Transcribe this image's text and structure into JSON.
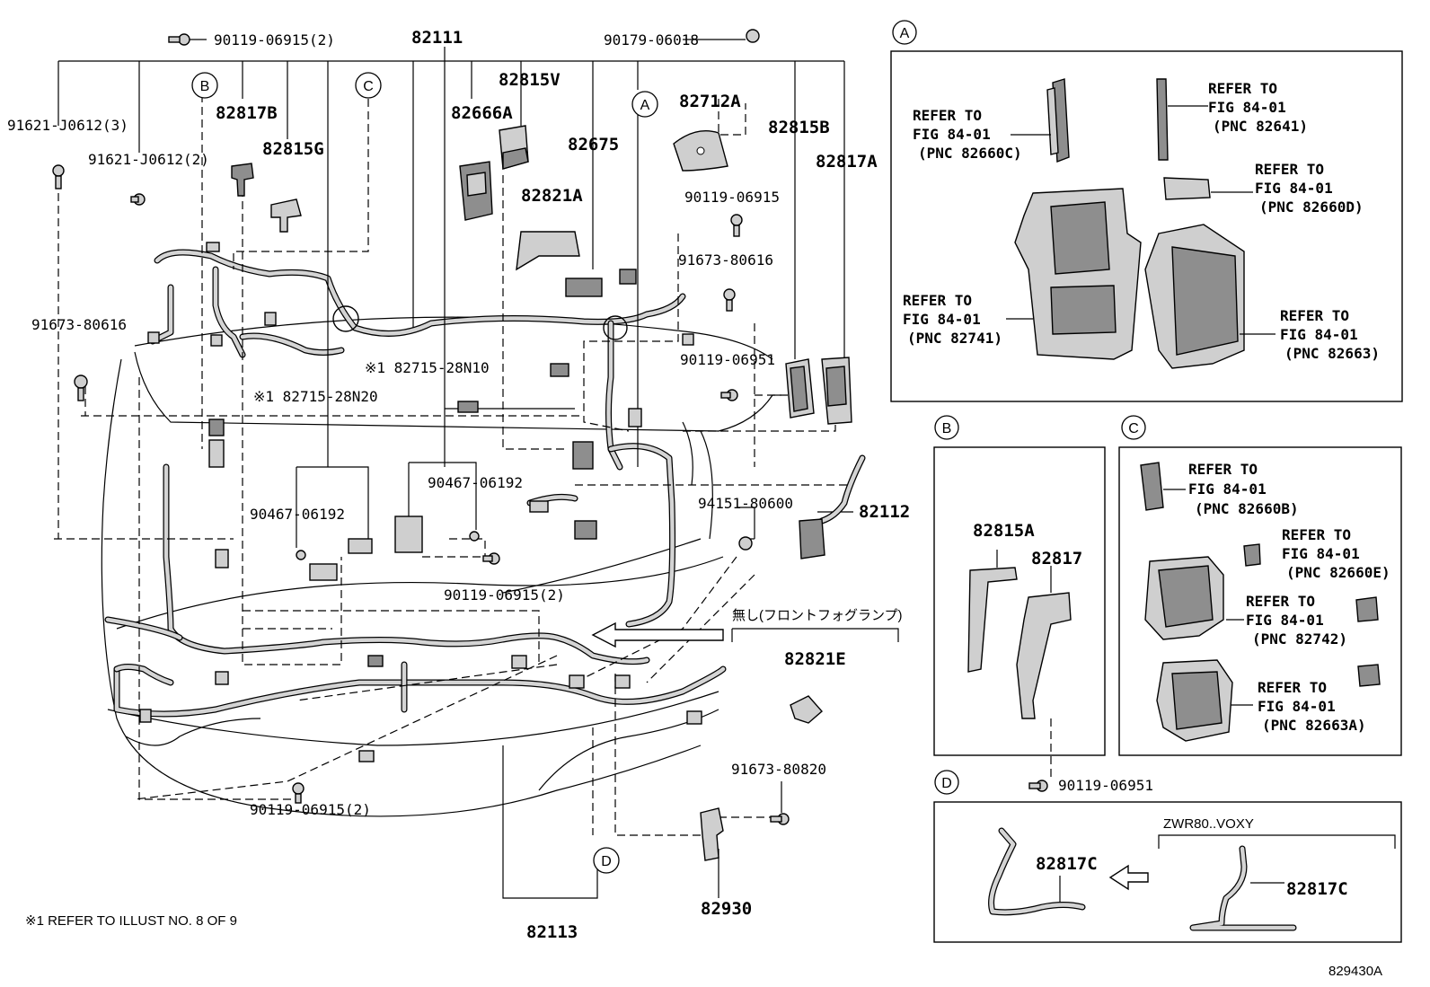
{
  "labels": {
    "p82111": "82111",
    "p90119_06915_2_top": "90119-06915(2)",
    "p90179_06018": "90179-06018",
    "callout_a": "A",
    "callout_b": "B",
    "callout_c": "C",
    "callout_d": "D",
    "p91621_j0612_3": "91621-J0612(3)",
    "p91621_j0612_2": "91621-J0612(2)",
    "p82817b": "82817B",
    "p82815g": "82815G",
    "p82815v": "82815V",
    "p82666a": "82666A",
    "p82675": "82675",
    "p82712a": "82712A",
    "p82815b": "82815B",
    "p82817a": "82817A",
    "p90119_06915": "90119-06915",
    "p82821a": "82821A",
    "p91673_80616_r": "91673-80616",
    "p91673_80616_l": "91673-80616",
    "p90119_06951_c": "90119-06951",
    "note_82715_28n10": "※1 82715-28N10",
    "note_82715_28n20": "※1 82715-28N20",
    "p90467_06192_a": "90467-06192",
    "p90467_06192_b": "90467-06192",
    "p94151_80600": "94151-80600",
    "p82112": "82112",
    "p90119_06915_2_mid": "90119-06915(2)",
    "fog_note": "無し(フロントフォグランプ)",
    "p82821e": "82821E",
    "p91673_80820": "91673-80820",
    "p90119_06915_2_bot": "90119-06915(2)",
    "p82930": "82930",
    "p82113": "82113",
    "footnote": "※1 REFER TO ILLUST NO. 8 OF 9",
    "illust_no": "829430A"
  },
  "panel_a": {
    "callout": "A",
    "refs": [
      {
        "line1": "REFER TO",
        "line2": "FIG 84-01",
        "line3": "(PNC 82660C)"
      },
      {
        "line1": "REFER TO",
        "line2": "FIG 84-01",
        "line3": "(PNC 82641)"
      },
      {
        "line1": "REFER TO",
        "line2": "FIG 84-01",
        "line3": "(PNC 82660D)"
      },
      {
        "line1": "REFER TO",
        "line2": "FIG 84-01",
        "line3": "(PNC 82741)"
      },
      {
        "line1": "REFER TO",
        "line2": "FIG 84-01",
        "line3": "(PNC 82663)"
      }
    ]
  },
  "panel_b": {
    "callout": "B",
    "p82815a": "82815A",
    "p82817": "82817",
    "p90119_06951": "90119-06951"
  },
  "panel_c": {
    "callout": "C",
    "refs": [
      {
        "line1": "REFER TO",
        "line2": "FIG 84-01",
        "line3": "(PNC 82660B)"
      },
      {
        "line1": "REFER TO",
        "line2": "FIG 84-01",
        "line3": "(PNC 82660E)"
      },
      {
        "line1": "REFER TO",
        "line2": "FIG 84-01",
        "line3": "(PNC 82742)"
      },
      {
        "line1": "REFER TO",
        "line2": "FIG 84-01",
        "line3": "(PNC 82663A)"
      }
    ]
  },
  "panel_d": {
    "callout": "D",
    "p82817c_left": "82817C",
    "variant": "ZWR80..VOXY",
    "p82817c_right": "82817C"
  }
}
